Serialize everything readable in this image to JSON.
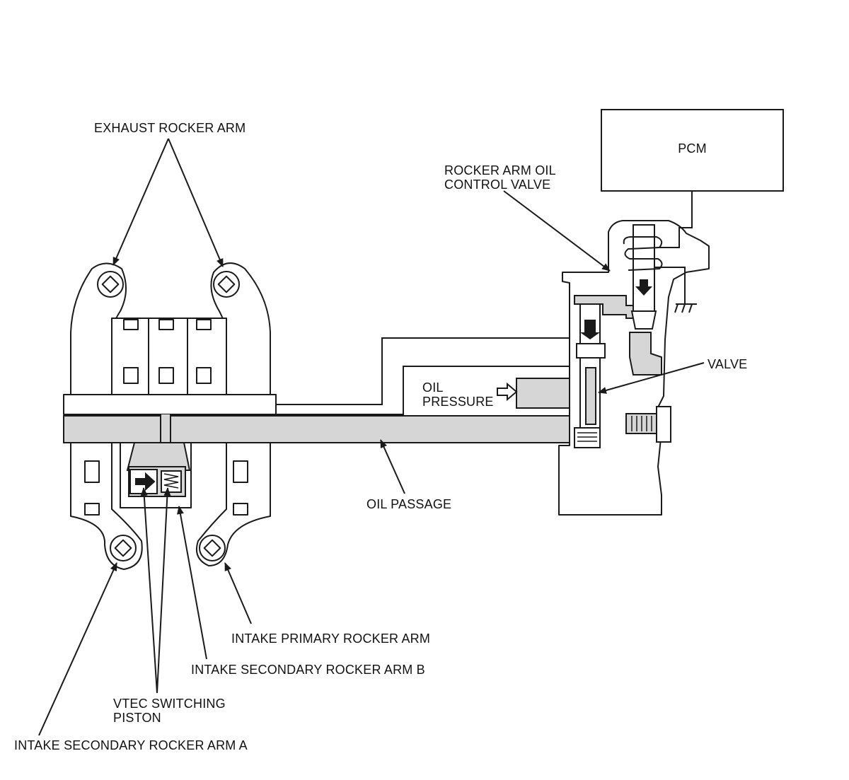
{
  "labels": {
    "exhaust_rocker_arm": "EXHAUST ROCKER ARM",
    "pcm": "PCM",
    "rocker_arm_oil_control_valve": [
      "ROCKER ARM OIL",
      "CONTROL VALVE"
    ],
    "valve": "VALVE",
    "oil_pressure": [
      "OIL",
      "PRESSURE"
    ],
    "oil_passage": "OIL PASSAGE",
    "intake_primary_rocker_arm": "INTAKE PRIMARY ROCKER ARM",
    "intake_secondary_rocker_arm_b": "INTAKE SECONDARY ROCKER ARM B",
    "vtec_switching_piston": [
      "VTEC SWITCHING",
      "PISTON"
    ],
    "intake_secondary_rocker_arm_a": "INTAKE SECONDARY ROCKER ARM A"
  },
  "colors": {
    "line": "#1a1a1a",
    "oil_fill": "#d6d6d6",
    "background": "#ffffff"
  }
}
